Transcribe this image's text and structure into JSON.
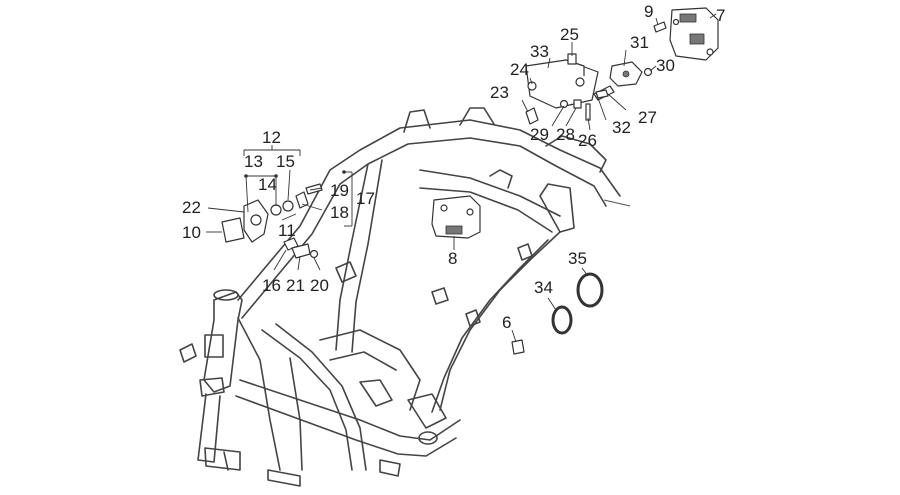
{
  "diagram": {
    "callouts": [
      {
        "id": "c9",
        "text": "9"
      },
      {
        "id": "c7",
        "text": "7"
      },
      {
        "id": "c25",
        "text": "25"
      },
      {
        "id": "c33",
        "text": "33"
      },
      {
        "id": "c31",
        "text": "31"
      },
      {
        "id": "c30",
        "text": "30"
      },
      {
        "id": "c24",
        "text": "24"
      },
      {
        "id": "c23",
        "text": "23"
      },
      {
        "id": "c27",
        "text": "27"
      },
      {
        "id": "c29",
        "text": "29"
      },
      {
        "id": "c28",
        "text": "28"
      },
      {
        "id": "c32",
        "text": "32"
      },
      {
        "id": "c26",
        "text": "26"
      },
      {
        "id": "c12",
        "text": "12"
      },
      {
        "id": "c13",
        "text": "13"
      },
      {
        "id": "c15",
        "text": "15"
      },
      {
        "id": "c14",
        "text": "14"
      },
      {
        "id": "c19",
        "text": "19"
      },
      {
        "id": "c17",
        "text": "17"
      },
      {
        "id": "c18",
        "text": "18"
      },
      {
        "id": "c22",
        "text": "22"
      },
      {
        "id": "c11",
        "text": "11"
      },
      {
        "id": "c10",
        "text": "10"
      },
      {
        "id": "c8",
        "text": "8"
      },
      {
        "id": "c35",
        "text": "35"
      },
      {
        "id": "c34",
        "text": "34"
      },
      {
        "id": "c16",
        "text": "16"
      },
      {
        "id": "c21",
        "text": "21"
      },
      {
        "id": "c20",
        "text": "20"
      },
      {
        "id": "c6",
        "text": "6"
      }
    ]
  }
}
